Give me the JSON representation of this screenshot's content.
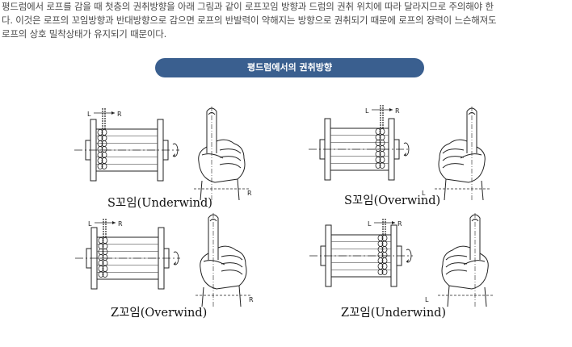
{
  "intro": {
    "line1": "평드럼에서 로프를 감을 때 첫층의 권취방향을 아래 그림과 같이 로프꼬임 방향과 드럼의 권취 위치에 따라 달라지므로 주의해야 한",
    "line2": "다. 이것은 로프의 꼬임방향과 반대방향으로 감으면 로프의 반발력이 약해지는 방향으로 권취되기 때문에 로프의 장력이 느슨해져도",
    "line3": "로프의 상호 밀착상태가 유지되기 때문이다."
  },
  "banner": {
    "title": "평드럼에서의 권취방향",
    "color": "#3a5f8f"
  },
  "figure_labels": {
    "left": "L",
    "right": "R"
  },
  "panels": [
    {
      "id": "s-underwind",
      "caption": "S꼬임(Underwind)"
    },
    {
      "id": "s-overwind",
      "caption": "S꼬임(Overwind)"
    },
    {
      "id": "z-overwind",
      "caption": "Z꼬임(Overwind)"
    },
    {
      "id": "z-underwind",
      "caption": "Z꼬임(Underwind)"
    }
  ]
}
